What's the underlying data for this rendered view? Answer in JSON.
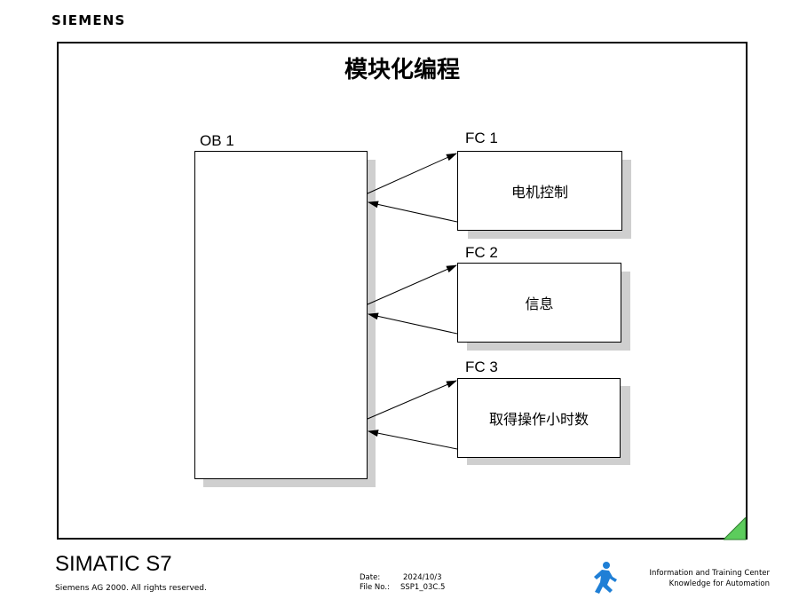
{
  "header": {
    "brand": "SIEMENS"
  },
  "diagram": {
    "title": "模块化编程",
    "main_block": {
      "label": "OB 1"
    },
    "functions": [
      {
        "label": "FC 1",
        "text": "电机控制"
      },
      {
        "label": "FC 2",
        "text": "信息"
      },
      {
        "label": "FC 3",
        "text": "取得操作小时数"
      }
    ]
  },
  "footer": {
    "product": "SIMATIC S7",
    "copyright": "Siemens AG 2000. All rights reserved.",
    "date_label": "Date:",
    "date_value": "2024/10/3",
    "file_label": "File No.:",
    "file_value": "SSP1_03C.5",
    "center_line1": "Information and Training Center",
    "center_line2": "Knowledge for Automation"
  },
  "colors": {
    "shadow": "#cfcfcf",
    "corner_triangle": "#5ccc5c",
    "logo_blue": "#1f7fd6"
  },
  "icons": [
    "running-man-logo-icon",
    "corner-triangle-icon"
  ]
}
